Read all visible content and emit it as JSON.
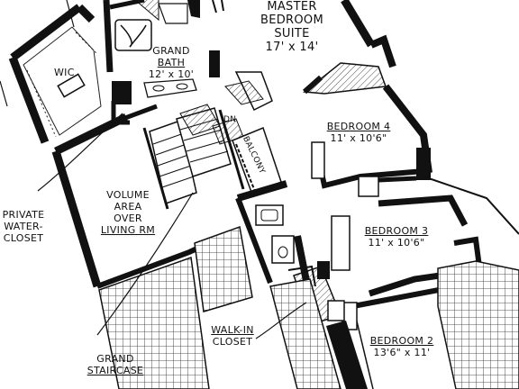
{
  "labels": {
    "master_line1": "MASTER",
    "master_line2": "BEDROOM",
    "master_line3": "SUITE",
    "master_dim": "17' x 14'",
    "wic": "WIC",
    "grand_bath_line1": "GRAND",
    "grand_bath_line2": "BATH",
    "grand_bath_dim": "12' x 10'",
    "dn": "DN",
    "balcony": "BALCONY",
    "bedroom4": "BEDROOM 4",
    "bedroom4_dim": "11' x 10'6\"",
    "bedroom3": "BEDROOM 3",
    "bedroom3_dim": "11' x 10'6\"",
    "bedroom2": "BEDROOM 2",
    "bedroom2_dim": "13'6\" x 11'",
    "volume_line1": "VOLUME",
    "volume_line2": "AREA",
    "volume_line3": "OVER",
    "volume_line4": "LIVING RM",
    "pwc_line1": "PRIVATE",
    "pwc_line2": "WATER-",
    "pwc_line3": "CLOSET",
    "walkin_line1": "WALK-IN",
    "walkin_line2": "CLOSET",
    "stair_line1": "GRAND",
    "stair_line2": "STAIRCASE"
  }
}
